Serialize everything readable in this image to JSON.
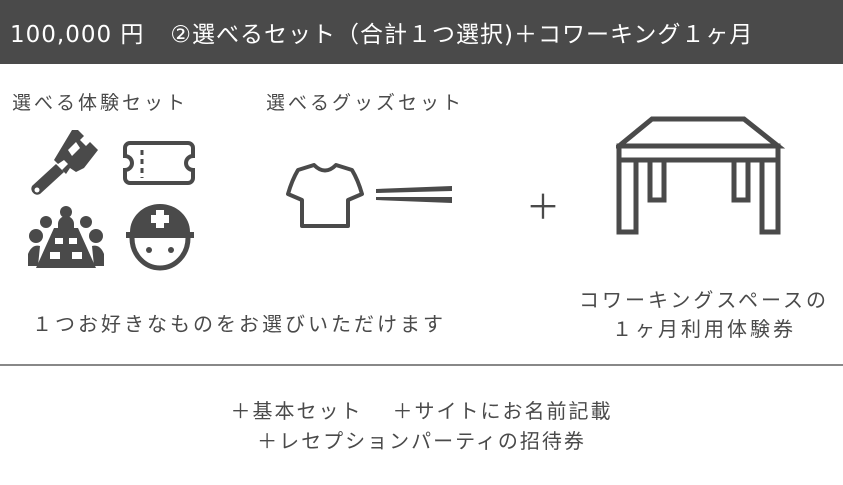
{
  "header": {
    "price": "100,000 円",
    "title": "②選べるセット（合計１つ選択)＋コワーキング１ヶ月",
    "background": "#4a4a4a"
  },
  "experience_set": {
    "label": "選べる体験セット",
    "icons": [
      "paintbrush-icon",
      "ticket-icon",
      "meeting-table-icon",
      "helmet-worker-icon"
    ]
  },
  "goods_set": {
    "label": "選べるグッズセット",
    "icons": [
      "tshirt-icon",
      "chopsticks-icon"
    ]
  },
  "choose_caption": "１つお好きなものをお選びいただけます",
  "plus_symbol": "＋",
  "coworking": {
    "icon": "desk-icon",
    "caption_line1": "コワーキングスペースの",
    "caption_line2": "１ヶ月利用体験券"
  },
  "footer": {
    "item1": "＋基本セット",
    "item2": "＋サイトにお名前記載",
    "item3": "＋レセプションパーティの招待券"
  }
}
